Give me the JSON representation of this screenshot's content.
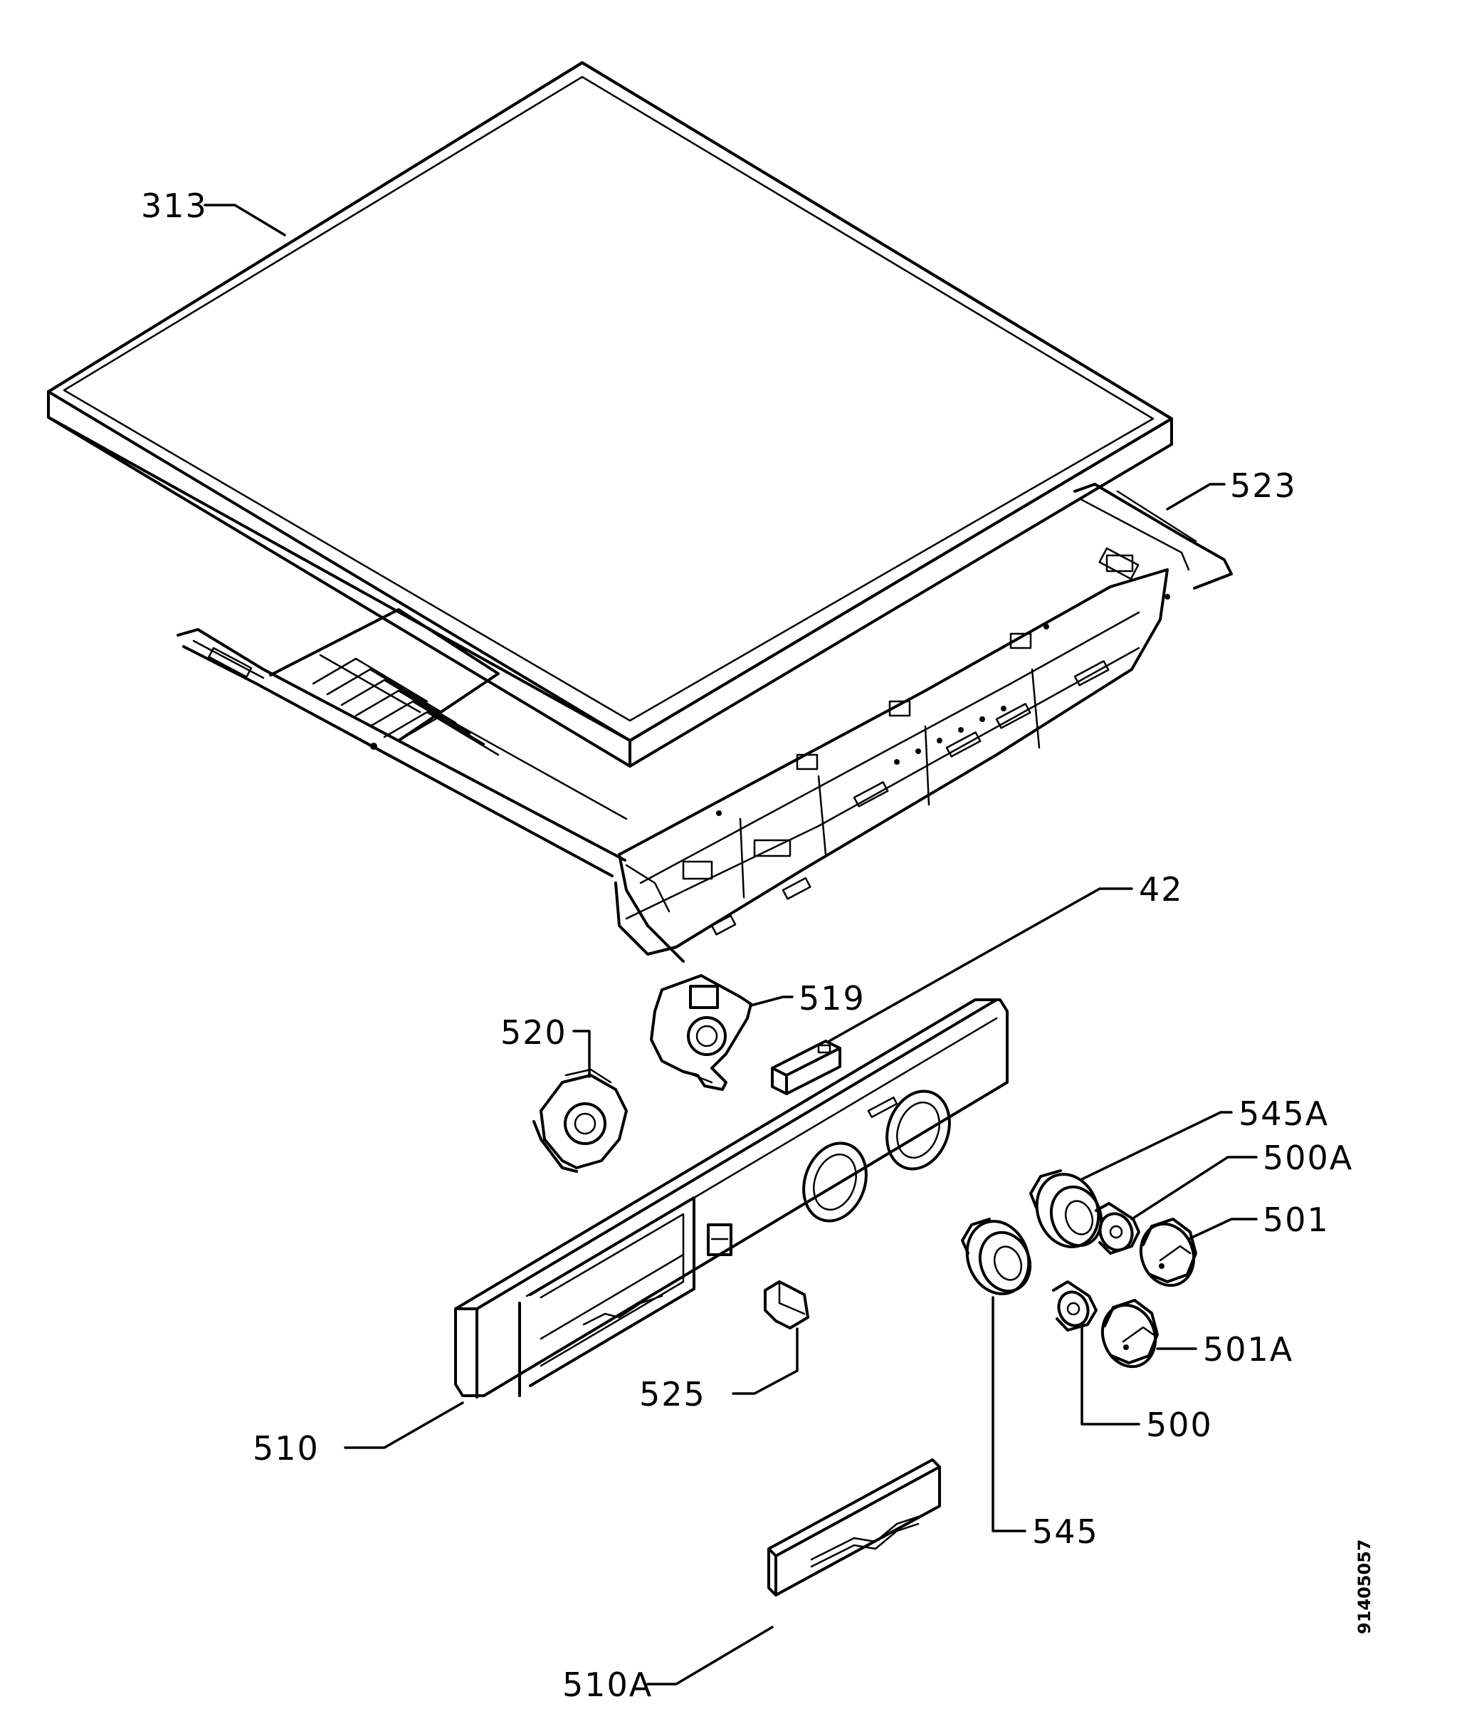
{
  "labels": {
    "l313": "313",
    "l523": "523",
    "l42": "42",
    "l519": "519",
    "l520": "520",
    "l545A": "545A",
    "l500A": "500A",
    "l501": "501",
    "l501A": "501A",
    "l500": "500",
    "l545": "545",
    "l525": "525",
    "l510": "510",
    "l510A": "510A"
  },
  "document_number": "91405057"
}
